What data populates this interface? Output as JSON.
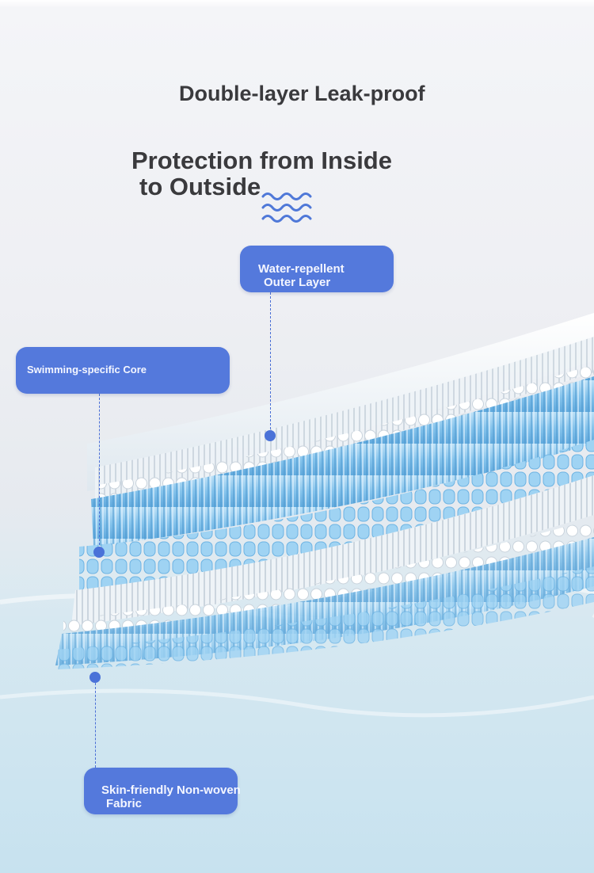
{
  "header": {
    "line1": "Double-layer Leak-proof",
    "line2_a": "Protection from Inside",
    "line2_b": "to Outside"
  },
  "callouts": {
    "outer_a": "Water-repellent",
    "outer_b": "Outer Layer",
    "core": "Swimming-specific Core",
    "skin_a": "Skin-friendly Non-woven",
    "skin_b": "Fabric"
  },
  "icons": {
    "decor": "wave-icon"
  },
  "colors": {
    "accent": "#5479dc",
    "heading": "#3a3a3d",
    "layer_blue": "#8fcbf0"
  }
}
